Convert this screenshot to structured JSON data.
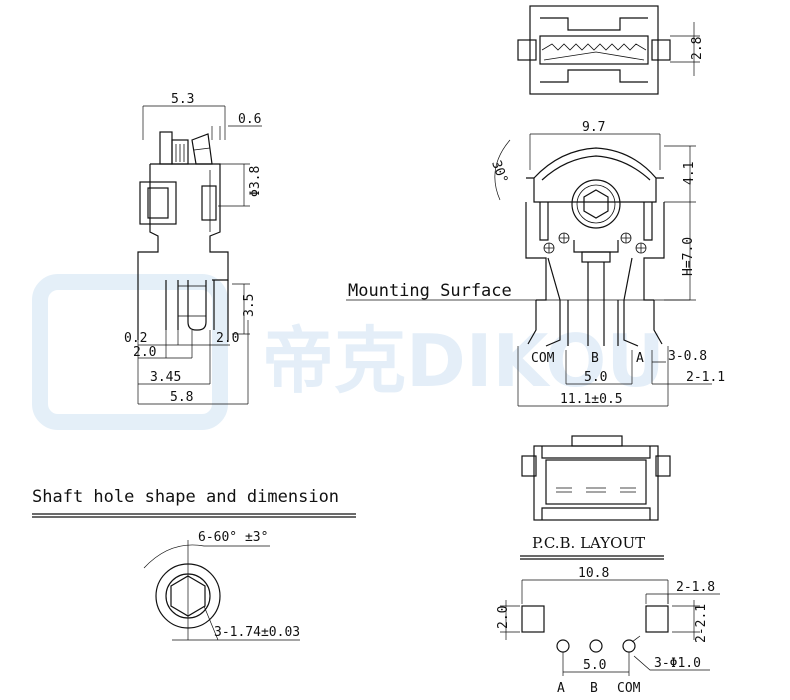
{
  "watermark": {
    "text": "帝克DIKOU"
  },
  "side_view": {
    "dims": {
      "width_top": "5.3",
      "pin_offset": "0.6",
      "shaft_dia": "Φ3.8",
      "pin_len": "3.5",
      "gap1": "0.2",
      "pin_w": "2.0",
      "pin_w2": "2.0",
      "pitch": "3.45",
      "total": "5.8"
    }
  },
  "front_view": {
    "dims": {
      "body_w": "9.7",
      "angle": "30°",
      "height_top": "4.1",
      "height_h": "H=7.0",
      "pitch": "5.0",
      "pin_w": "3-0.8",
      "pin_off": "2-1.1",
      "total_w": "11.1±0.5"
    },
    "pin_labels": [
      "COM",
      "B",
      "A"
    ],
    "mounting_label": "Mounting Surface"
  },
  "top_view": {
    "dims": {
      "depth": "2.8"
    }
  },
  "shaft_hole": {
    "title": "Shaft hole shape and dimension",
    "angle": "6-60°  ±3°",
    "size": "3-1.74±0.03"
  },
  "pcb_layout": {
    "title": "P.C.B. LAYOUT",
    "dims": {
      "total": "10.8",
      "pad_w": "2-1.8",
      "pad_h": "2-2.1",
      "pad_left_h": "2.0",
      "pitch": "5.0",
      "hole": "3-Φ1.0"
    },
    "pin_labels": [
      "A",
      "B",
      "COM"
    ]
  }
}
